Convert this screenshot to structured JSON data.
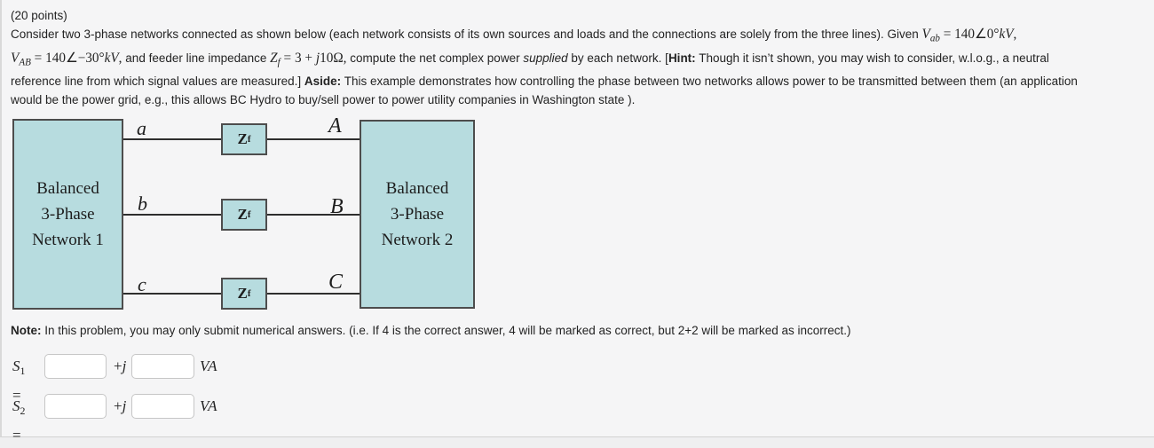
{
  "page": {
    "background": "#f5f5f6",
    "card_border": "#d9d9d9"
  },
  "problem": {
    "lines": [
      [
        {
          "t": "(20 points)"
        }
      ],
      [
        {
          "t": "Consider two 3-phase networks connected as shown below (each network consists of its own sources and loads and the connections are solely from the three lines). Given "
        },
        {
          "t": "V",
          "c": "mi"
        },
        {
          "t": "ab",
          "c": "msub"
        },
        {
          "t": " = 140∠0°",
          "c": "mn"
        },
        {
          "t": "kV",
          "c": "mi"
        },
        {
          "t": ",",
          "c": "mn"
        }
      ],
      [
        {
          "t": "V",
          "c": "mi"
        },
        {
          "t": "AB",
          "c": "msub"
        },
        {
          "t": " = 140∠−30°",
          "c": "mn"
        },
        {
          "t": "kV",
          "c": "mi"
        },
        {
          "t": ", ",
          "c": "mn"
        },
        {
          "t": "and feeder line impedance "
        },
        {
          "t": "Z",
          "c": "mi"
        },
        {
          "t": "f",
          "c": "msub"
        },
        {
          "t": " = 3 + ",
          "c": "mn"
        },
        {
          "t": "j",
          "c": "mi"
        },
        {
          "t": "10Ω,",
          "c": "mn"
        },
        {
          "t": " compute the net complex power "
        },
        {
          "t": "supplied",
          "c": "i"
        },
        {
          "t": " by each network. ["
        },
        {
          "t": "Hint:",
          "c": "b"
        },
        {
          "t": " Though it isn’t shown, you may wish to consider, w.l.o.g., a neutral"
        }
      ],
      [
        {
          "t": "reference line from which signal values are measured.] "
        },
        {
          "t": "Aside:",
          "c": "b"
        },
        {
          "t": " This example demonstrates how controlling the phase between two networks allows power to be transmitted between them (an application"
        }
      ],
      [
        {
          "t": "would be the power grid, e.g., this allows BC Hydro to buy/sell power to power utility companies in Washington state )."
        }
      ]
    ]
  },
  "diagram": {
    "network1_lines": [
      "Balanced",
      "3-Phase",
      "Network 1"
    ],
    "network2_lines": [
      "Balanced",
      "3-Phase",
      "Network 2"
    ],
    "impedance": {
      "base": "Z",
      "sub": "f"
    },
    "terminals_left": [
      "a",
      "b",
      "c"
    ],
    "terminals_right": [
      "A",
      "B",
      "C"
    ],
    "box_fill": "#b7dcdf",
    "box_border": "#4d4d4d",
    "wire_color": "#2e2e2e"
  },
  "note": {
    "segments": [
      {
        "t": "Note:",
        "c": "b"
      },
      {
        "t": " In this problem, you may only submit numerical answers. (i.e. If 4 is the correct answer, 4 will be marked as correct, but 2+2 will be marked as incorrect.)"
      }
    ]
  },
  "answers": {
    "rows": [
      {
        "label": [
          {
            "t": "S",
            "c": "mi"
          },
          {
            "t": "1",
            "c": "msubn"
          },
          {
            "t": " = ",
            "c": "mn"
          }
        ],
        "real_value": "",
        "plusj": [
          {
            "t": "+",
            "c": "mn"
          },
          {
            "t": "j",
            "c": "mi"
          }
        ],
        "imag_value": "",
        "unit": "VA"
      },
      {
        "label": [
          {
            "t": "S",
            "c": "mi"
          },
          {
            "t": "2",
            "c": "msubn"
          },
          {
            "t": " = ",
            "c": "mn"
          }
        ],
        "real_value": "",
        "plusj": [
          {
            "t": "+",
            "c": "mn"
          },
          {
            "t": "j",
            "c": "mi"
          }
        ],
        "imag_value": "",
        "unit": "VA"
      }
    ]
  }
}
